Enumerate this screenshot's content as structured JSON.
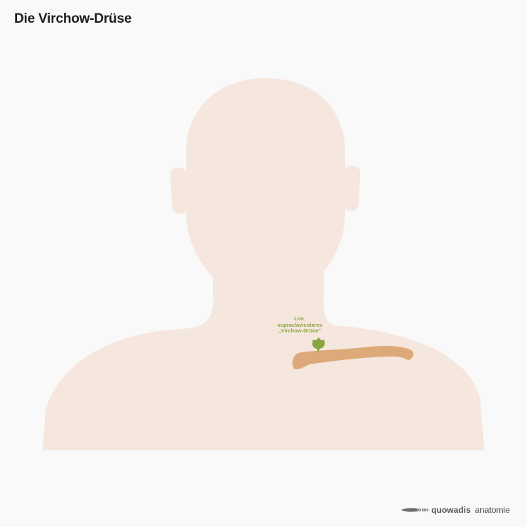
{
  "title": "Die Virchow-Drüse",
  "label": {
    "line1": "Lnn.",
    "line2": "supraclaviculares",
    "line3": "„Virchow-Drüse“"
  },
  "brand": {
    "bold": "quowadis",
    "light": "anatomie"
  },
  "colors": {
    "background": "#f9f9f9",
    "skin": "#f5e7de",
    "clavicle": "#dea97a",
    "lymph_node": "#8aa43f",
    "title": "#1e1e1e"
  }
}
